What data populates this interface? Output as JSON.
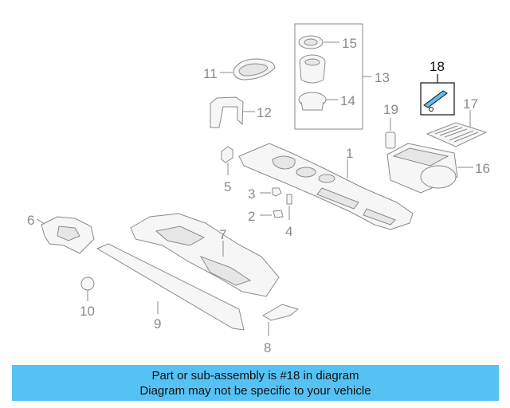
{
  "callouts": {
    "c1": "1",
    "c2": "2",
    "c3": "3",
    "c4": "4",
    "c5": "5",
    "c6": "6",
    "c7": "7",
    "c8": "8",
    "c9": "9",
    "c10": "10",
    "c11": "11",
    "c12": "12",
    "c13": "13",
    "c14": "14",
    "c15": "15",
    "c16": "16",
    "c17": "17",
    "c18": "18",
    "c19": "19"
  },
  "highlight": {
    "part_number": "18",
    "color": "#56c2f3"
  },
  "banner": {
    "line1": "Part or sub-assembly is #18 in diagram",
    "line2": "Diagram may not be specific to your vehicle",
    "color": "#56c2f3"
  }
}
